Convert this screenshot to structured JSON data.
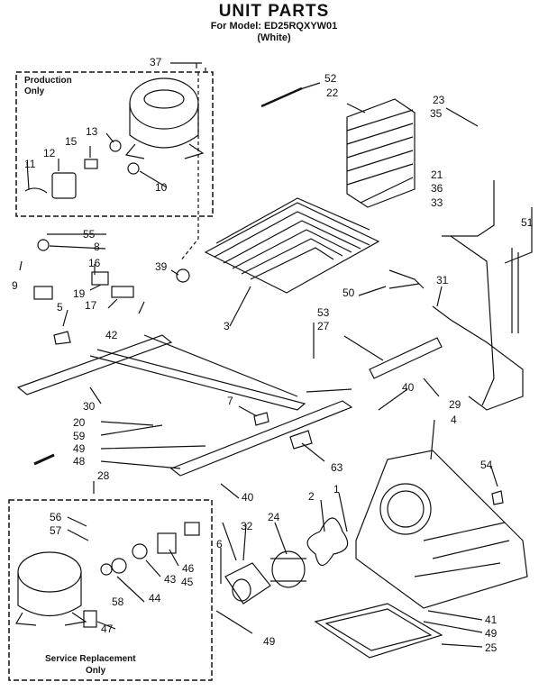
{
  "title": "UNIT PARTS",
  "model_line": "For Model: ED25RQXYW01",
  "color_line": "(White)",
  "boxes": {
    "production": {
      "line1": "Production",
      "line2": "Only"
    },
    "service": {
      "line1": "Service Replacement",
      "line2": "Only"
    }
  },
  "callouts": {
    "c37": "37",
    "c52": "52",
    "c22": "22",
    "c23": "23",
    "c35": "35",
    "c13": "13",
    "c15": "15",
    "c12": "12",
    "c11": "11",
    "c10": "10",
    "c21": "21",
    "c36": "36",
    "c33": "33",
    "c51": "51",
    "c55": "55",
    "c8": "8",
    "c9": "9",
    "c16": "16",
    "c39": "39",
    "c50": "50",
    "c31": "31",
    "c19": "19",
    "c17": "17",
    "c42": "42",
    "c5": "5",
    "c3": "3",
    "c53": "53",
    "c27": "27",
    "c40a": "40",
    "c29": "29",
    "c7": "7",
    "c30": "30",
    "c20": "20",
    "c59": "59",
    "c49a": "49",
    "c4": "4",
    "c48": "48",
    "c63": "63",
    "c54": "54",
    "c28": "28",
    "c40b": "40",
    "c2": "2",
    "c1": "1",
    "c56": "56",
    "c57": "57",
    "c32": "32",
    "c24": "24",
    "c6": "6",
    "c46": "46",
    "c43": "43",
    "c45": "45",
    "c58": "58",
    "c44": "44",
    "c47": "47",
    "c49b": "49",
    "c41": "41",
    "c49c": "49",
    "c25": "25"
  }
}
